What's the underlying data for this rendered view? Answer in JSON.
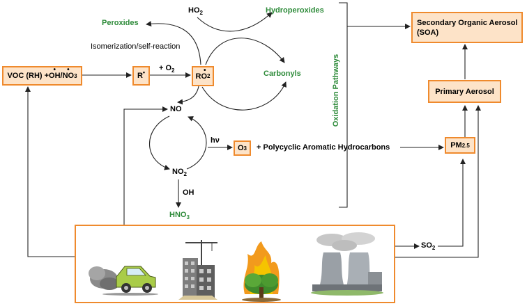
{
  "nodes": {
    "voc": {
      "prefix": "VOC (RH) + ",
      "oh": "OH",
      "slash": "/",
      "no3": "NO",
      "no3_sub": "3"
    },
    "r_radical": {
      "text": "R"
    },
    "ro2": {
      "text": "RO",
      "sub": "2"
    },
    "o3": {
      "text": "O",
      "sub": "3"
    },
    "pm25": {
      "text": "PM",
      "sub": "2.5"
    },
    "primary_aerosol": {
      "text": "Primary Aerosol"
    },
    "soa": {
      "line1": "Secondary Organic Aerosol",
      "line2": "(SOA)"
    }
  },
  "labels": {
    "peroxides": "Peroxides",
    "ho2": "HO",
    "ho2_sub": "2",
    "hydroperoxides": "Hydroperoxides",
    "isomerization": "Isomerization/self-reaction",
    "plus_o2": "+ O",
    "plus_o2_sub": "2",
    "carbonyls": "Carbonyls",
    "no": "NO",
    "no2": "NO",
    "no2_sub": "2",
    "hv": "hν",
    "pah": "+ Polycyclic Aromatic Hydrocarbons",
    "oh": "OH",
    "hno3": "HNO",
    "hno3_sub": "3",
    "so2": "SO",
    "so2_sub": "2",
    "oxidation_pathways": "Oxidation Pathways"
  },
  "colors": {
    "box_fill": "#fde3c8",
    "box_border": "#ef8a2d",
    "product_green": "#2e8b3a"
  },
  "emission_sources": [
    "car-exhaust-icon",
    "construction-building-icon",
    "forest-fire-icon",
    "power-plant-icon"
  ]
}
